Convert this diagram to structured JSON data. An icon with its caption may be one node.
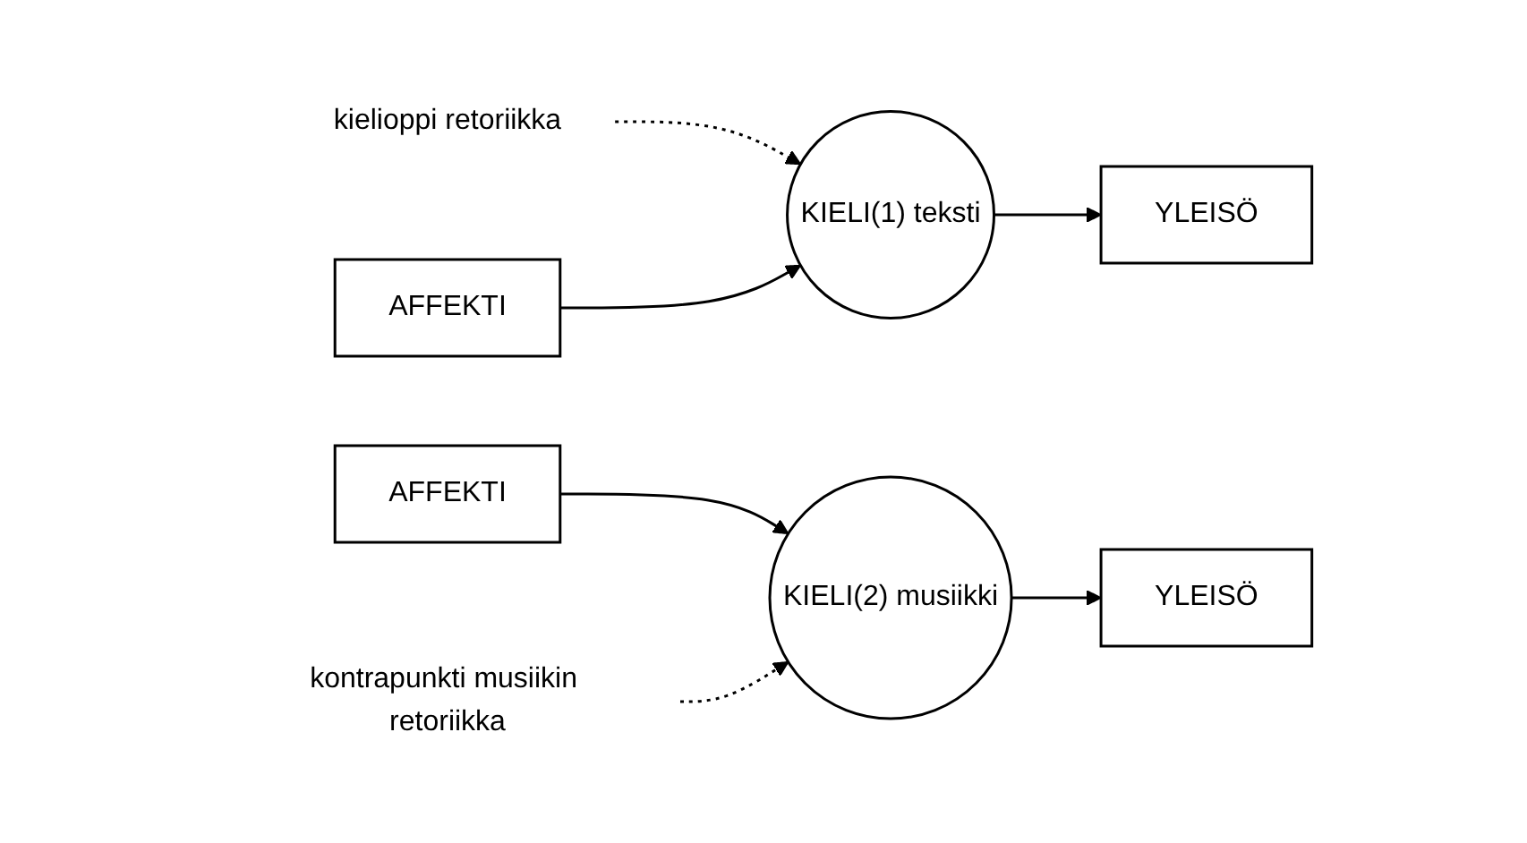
{
  "diagram": {
    "nodes": [
      {
        "text": [
          "kielioppi retoriikka"
        ]
      },
      {
        "text": [
          "AFFEKTI"
        ]
      },
      {
        "text": [
          "KIELI(1) teksti"
        ]
      },
      {
        "text": [
          "YLEISÖ"
        ]
      },
      {
        "text": [
          "AFFEKTI"
        ]
      },
      {
        "text": [
          "KIELI(2) musiikki"
        ]
      },
      {
        "text": [
          "YLEISÖ"
        ]
      },
      {
        "text": [
          "kontrapunkti musiikin retoriikka"
        ]
      }
    ],
    "edges": [
      {
        "from": 0,
        "to": 2,
        "arrow": "to",
        "style": "dashed"
      },
      {
        "from": 1,
        "to": 2,
        "arrow": "to"
      },
      {
        "from": 2,
        "to": 3,
        "arrow": "to"
      },
      {
        "from": 4,
        "to": 5,
        "arrow": "to"
      },
      {
        "from": 5,
        "to": 6,
        "arrow": "to"
      },
      {
        "from": 7,
        "to": 5,
        "arrow": "to",
        "style": "dashed"
      }
    ]
  }
}
